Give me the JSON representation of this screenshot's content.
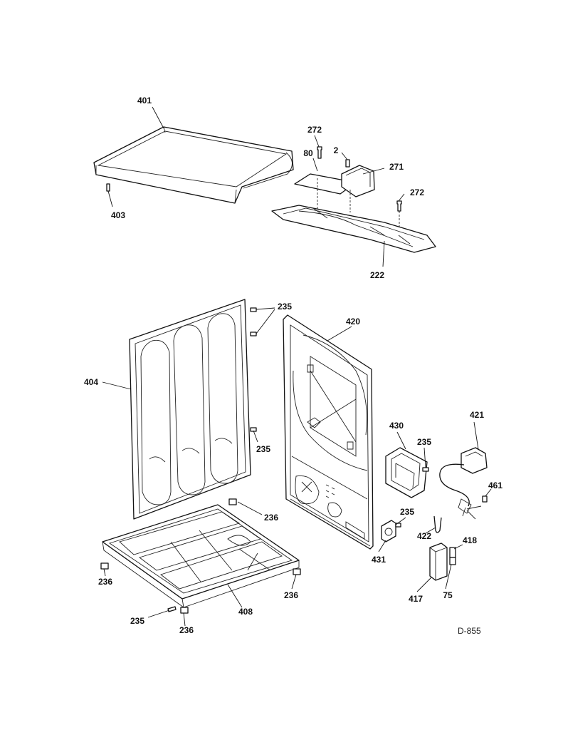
{
  "diagram": {
    "code": "D-855",
    "callouts": [
      {
        "key": "401",
        "text": "401"
      },
      {
        "key": "403",
        "text": "403"
      },
      {
        "key": "272a",
        "text": "272"
      },
      {
        "key": "80",
        "text": "80"
      },
      {
        "key": "2",
        "text": "2"
      },
      {
        "key": "271",
        "text": "271"
      },
      {
        "key": "272b",
        "text": "272"
      },
      {
        "key": "222",
        "text": "222"
      },
      {
        "key": "235a",
        "text": "235"
      },
      {
        "key": "420",
        "text": "420"
      },
      {
        "key": "404",
        "text": "404"
      },
      {
        "key": "235b",
        "text": "235"
      },
      {
        "key": "430",
        "text": "430"
      },
      {
        "key": "235c",
        "text": "235"
      },
      {
        "key": "421",
        "text": "421"
      },
      {
        "key": "461",
        "text": "461"
      },
      {
        "key": "236a",
        "text": "236"
      },
      {
        "key": "235d",
        "text": "235"
      },
      {
        "key": "422",
        "text": "422"
      },
      {
        "key": "418",
        "text": "418"
      },
      {
        "key": "431",
        "text": "431"
      },
      {
        "key": "236b",
        "text": "236"
      },
      {
        "key": "236c",
        "text": "236"
      },
      {
        "key": "417",
        "text": "417"
      },
      {
        "key": "75",
        "text": "75"
      },
      {
        "key": "408",
        "text": "408"
      },
      {
        "key": "235e",
        "text": "235"
      },
      {
        "key": "236d",
        "text": "236"
      }
    ]
  }
}
